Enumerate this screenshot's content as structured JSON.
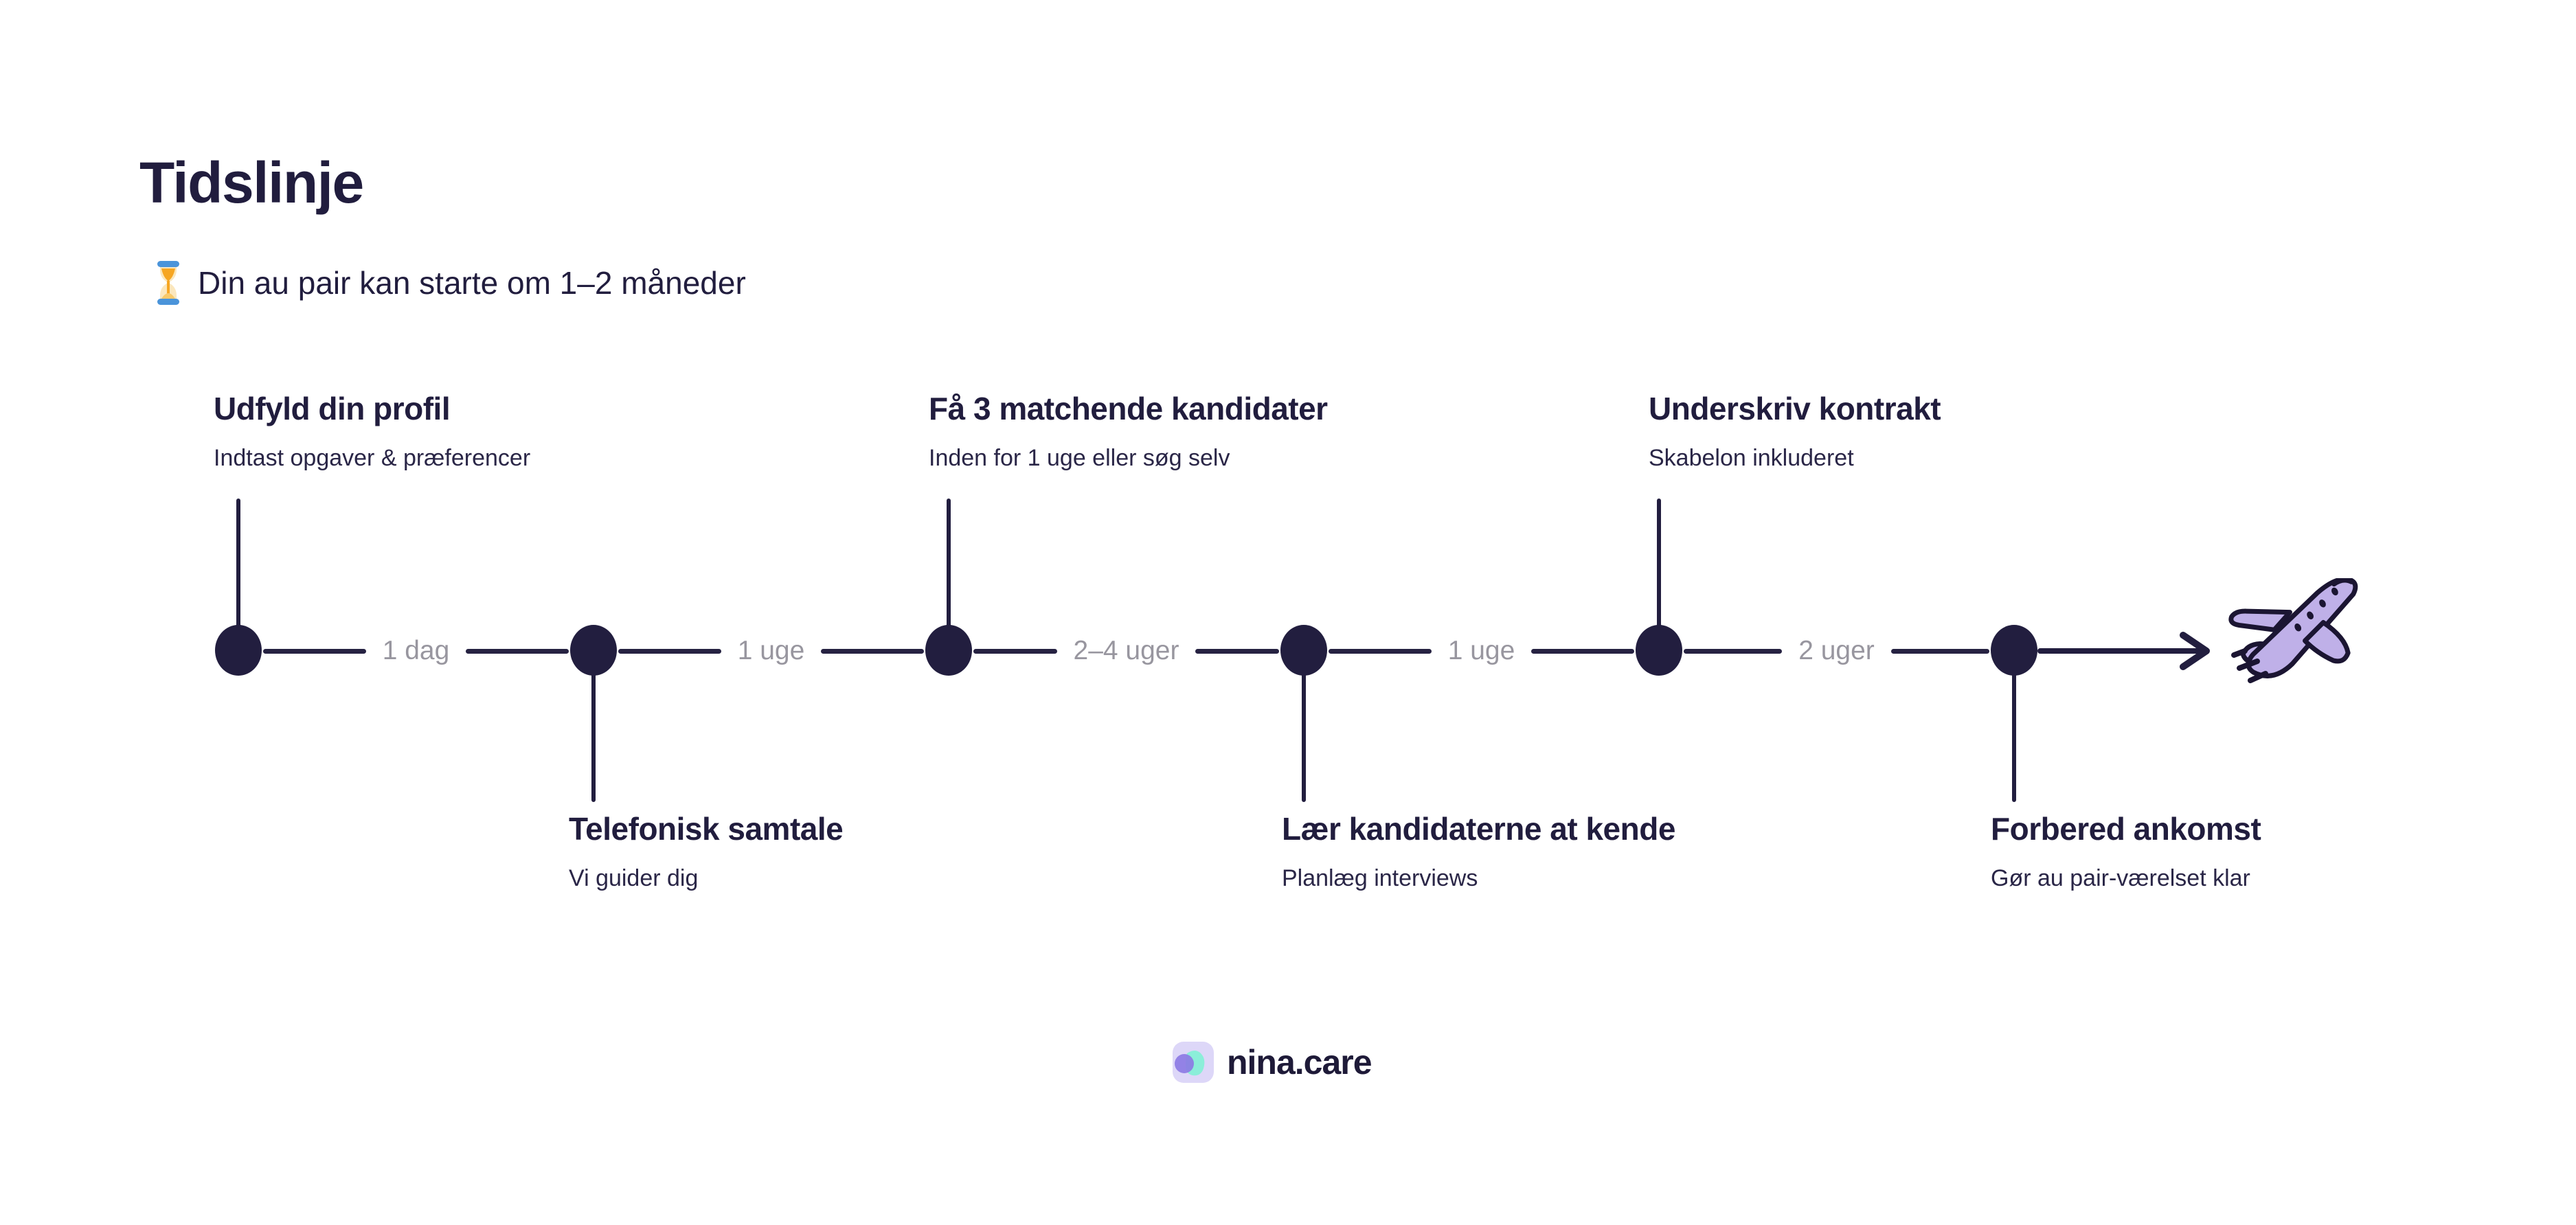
{
  "page": {
    "title": "Tidslinje",
    "subtitle": "Din au pair kan starte om 1–2 måneder",
    "subtitle_icon": "hourglass-icon"
  },
  "timeline": {
    "steps": [
      {
        "title": "Udfyld din profil",
        "subtitle": "Indtast opgaver & præferencer",
        "position": "top"
      },
      {
        "title": "Telefonisk samtale",
        "subtitle": "Vi guider dig",
        "position": "bottom"
      },
      {
        "title": "Få 3 matchende kandidater",
        "subtitle": "Inden for 1 uge eller søg selv",
        "position": "top"
      },
      {
        "title": "Lær kandidaterne at kende",
        "subtitle": "Planlæg interviews",
        "position": "bottom"
      },
      {
        "title": "Underskriv kontrakt",
        "subtitle": "Skabelon inkluderet",
        "position": "top"
      },
      {
        "title": "Forbered ankomst",
        "subtitle": "Gør au pair-værelset klar",
        "position": "bottom"
      }
    ],
    "durations": [
      "1 dag",
      "1 uge",
      "2–4 uger",
      "1 uge",
      "2 uger"
    ],
    "end_icon": "airplane-icon"
  },
  "footer": {
    "brand": "nina.care"
  },
  "colors": {
    "navy": "#211d3e",
    "duration_gray": "#98969f",
    "plane_lavender": "#bfb0e8",
    "plane_outline": "#1b1532",
    "logo_bg": "#ddd7f8",
    "logo_mint": "#8beed9",
    "logo_purple": "#8c7be4",
    "hourglass_blue": "#4a94da",
    "hourglass_orange": "#f6a623"
  }
}
